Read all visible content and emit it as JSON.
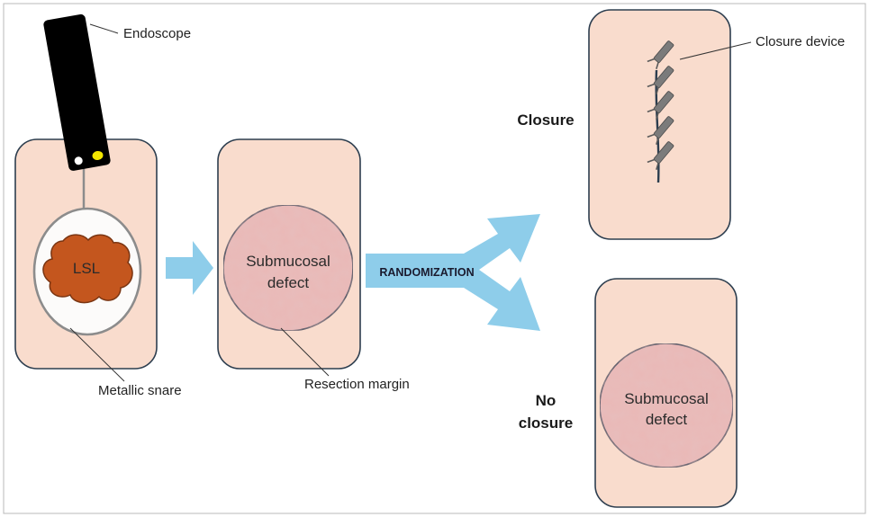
{
  "labels": {
    "endoscope": "Endoscope",
    "lsl": "LSL",
    "metallic_snare": "Metallic snare",
    "submucosal_defect_line1": "Submucosal",
    "submucosal_defect_line2": "defect",
    "resection_margin": "Resection margin",
    "randomization": "RANDOMIZATION",
    "closure": "Closure",
    "closure_device": "Closure device",
    "no_closure_line1": "No",
    "no_closure_line2": "closure"
  },
  "colors": {
    "tissue_fill": "#f9dccd",
    "panel_stroke": "#2d3e4f",
    "lesion_fill": "#c4561e",
    "lesion_stroke": "#7a3512",
    "defect_fill": "#eab8b6",
    "defect_stroke": "#3a4a5c",
    "arrow_fill": "#8ecdea",
    "endoscope_fill": "#000000",
    "light_yellow": "#f3e600",
    "clip_fill": "#7b7b7b",
    "snare_stroke": "#8c8c8c"
  },
  "icons": {
    "endoscope": "endoscope-icon",
    "snare": "snare-loop-icon",
    "clips": "clip-icon"
  }
}
